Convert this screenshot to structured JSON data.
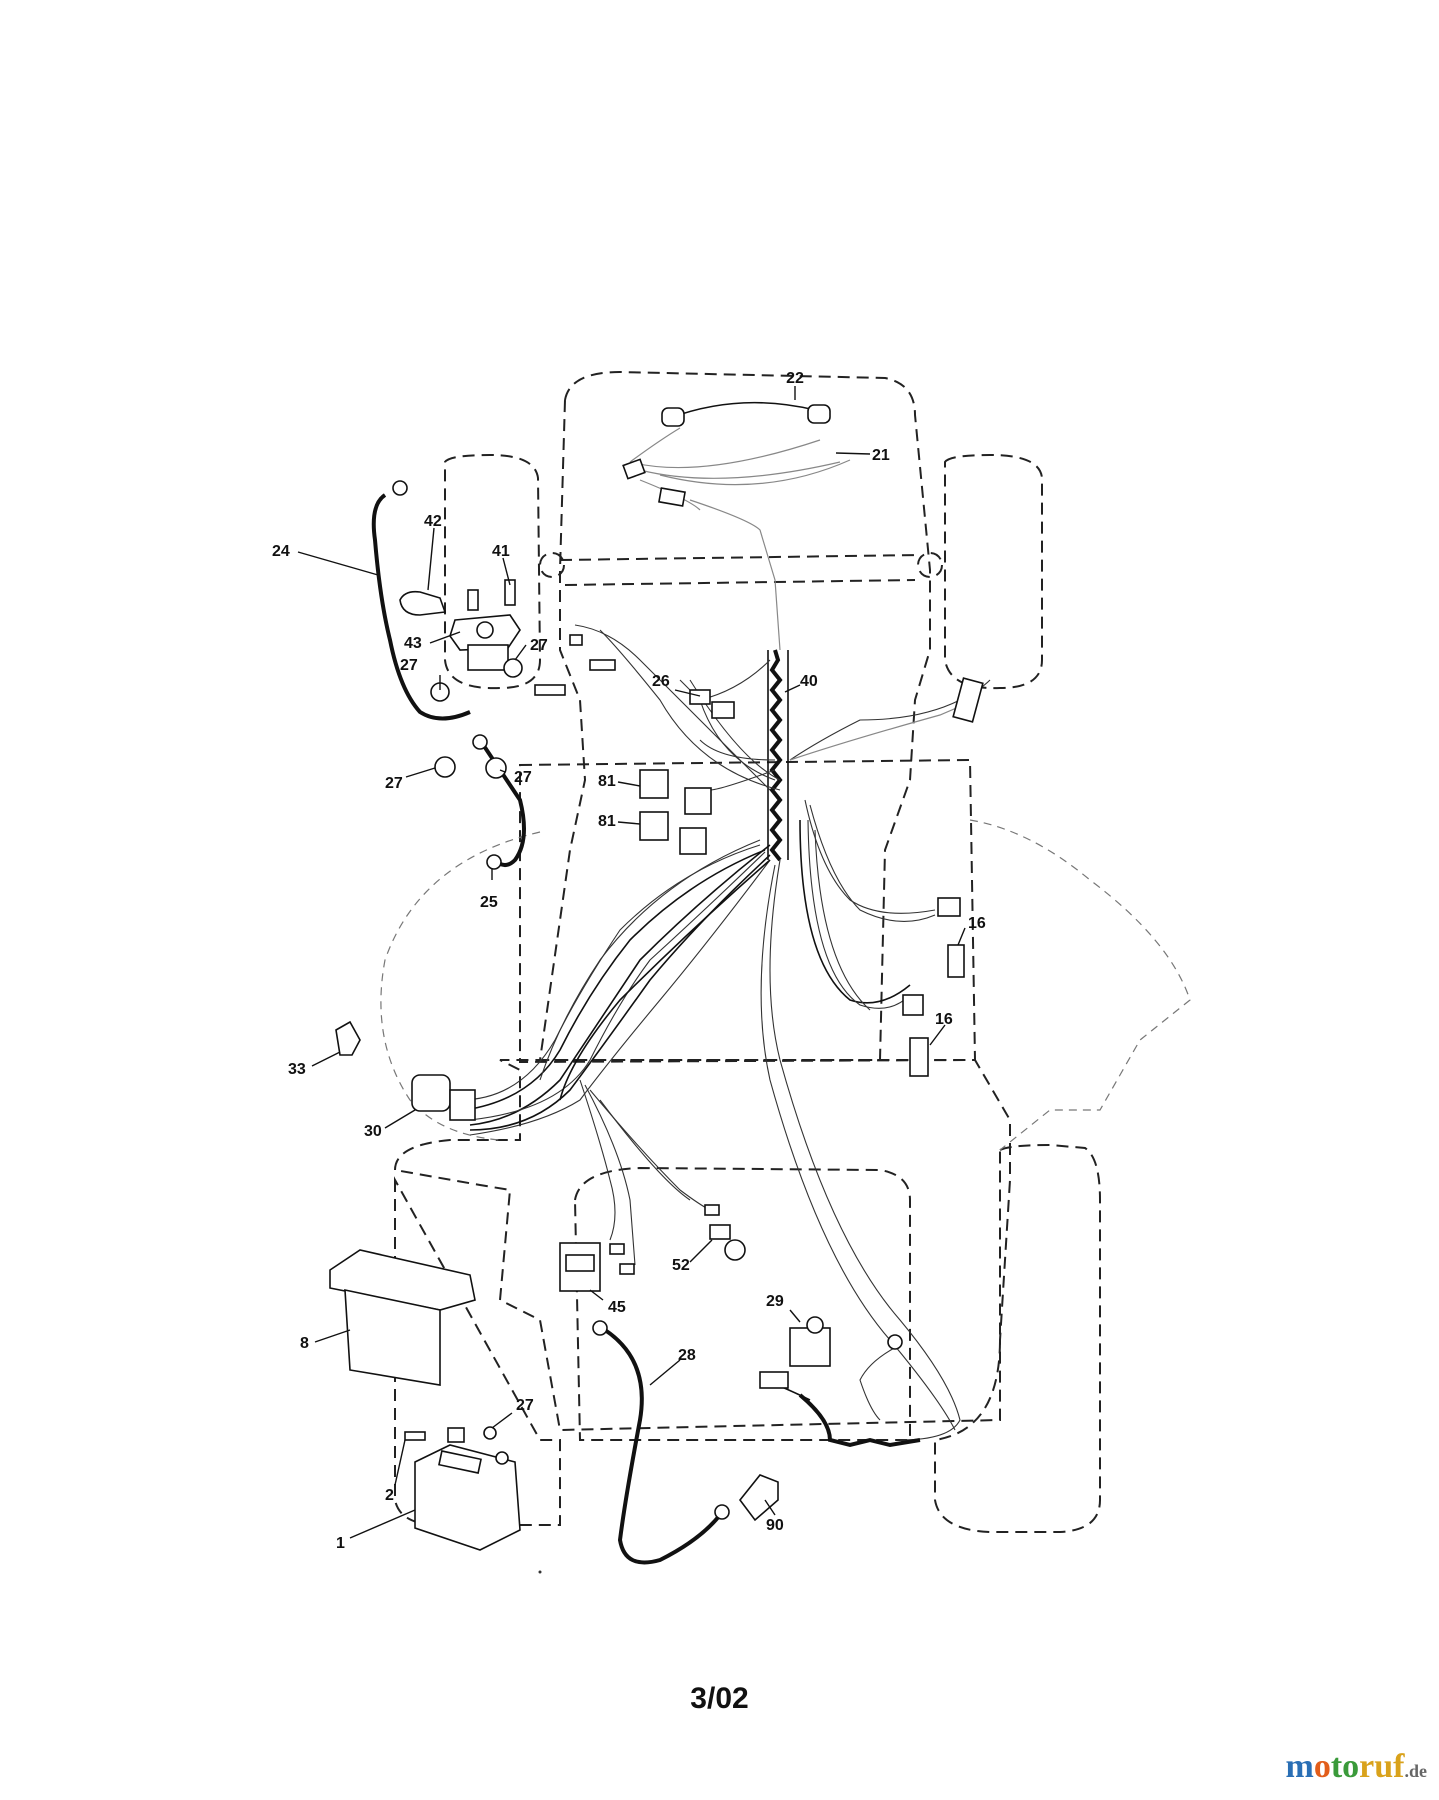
{
  "diagram": {
    "callouts": [
      "22",
      "21",
      "24",
      "42",
      "41",
      "43",
      "27",
      "27",
      "27",
      "27",
      "40",
      "26",
      "81",
      "81",
      "16",
      "16",
      "25",
      "33",
      "30",
      "45",
      "52",
      "29",
      "28",
      "8",
      "27",
      "2",
      "1",
      "90"
    ],
    "callout_ids": [
      "22",
      "21",
      "24",
      "42",
      "41",
      "43",
      "27a",
      "27b",
      "27c",
      "27d",
      "40",
      "26",
      "81a",
      "81b",
      "16a",
      "16b",
      "25",
      "33",
      "30",
      "45",
      "52",
      "29",
      "28",
      "8",
      "27e",
      "2",
      "1",
      "90"
    ]
  },
  "footer": {
    "page_code": "3/02"
  },
  "watermark": {
    "part1": "m",
    "part2": "o",
    "part3": "to",
    "part4": "ruf",
    "domain": ".de",
    "colors": [
      "#2a6fb5",
      "#e25d1a",
      "#3a9a3a",
      "#d9a21b"
    ]
  }
}
